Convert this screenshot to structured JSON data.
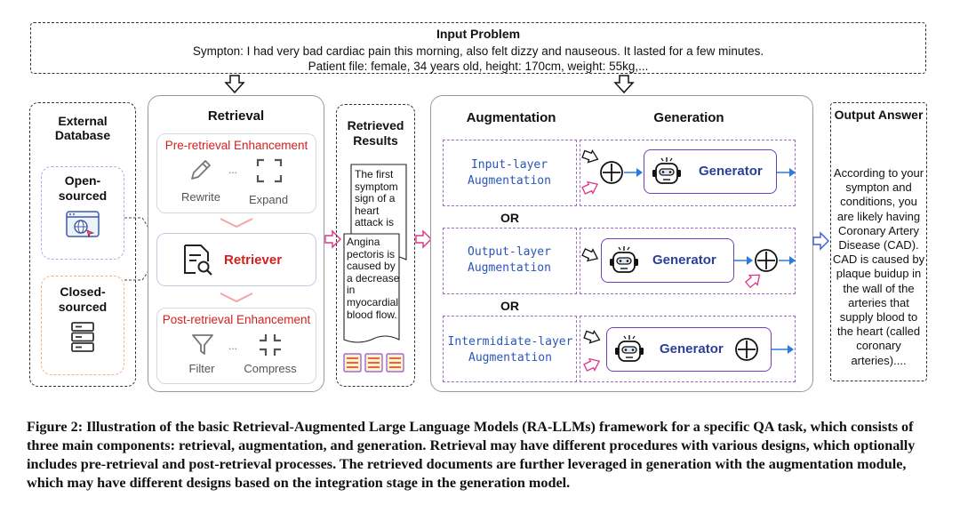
{
  "input": {
    "title": "Input Problem",
    "symptom": "Sympton: I had very bad cardiac pain this morning, also felt dizzy and nauseous. It lasted for a few minutes.",
    "patient": "Patient file: female, 34 years old, height: 170cm, weight: 55kg,..."
  },
  "external_db": {
    "title": "External Database",
    "open": "Open-sourced",
    "closed": "Closed-sourced"
  },
  "retrieval": {
    "title": "Retrieval",
    "pre_title": "Pre-retrieval Enhancement",
    "rewrite": "Rewrite",
    "expand": "Expand",
    "dots": "...",
    "retriever": "Retriever",
    "post_title": "Post-retrieval Enhancement",
    "filter": "Filter",
    "compress": "Compress"
  },
  "retrieved": {
    "title": "Retrieved Results",
    "doc1": "The first symptom sign of a heart attack is",
    "doc2": "Angina pectoris is caused by a decrease in myocardial blood flow."
  },
  "augmentation": {
    "aug_title": "Augmentation",
    "gen_title": "Generation",
    "input_layer": "Input-layer Augmentation",
    "output_layer": "Output-layer Augmentation",
    "intermediate_layer": "Intermidiate-layer Augmentation",
    "or": "OR",
    "generator": "Generator"
  },
  "output": {
    "title": "Output Answer",
    "text": "According to your sympton and conditions, you are likely having Coronary Artery Disease (CAD). CAD is caused by plaque buidup in the wall of the arteries that supply blood to the heart (called coronary arteries)...."
  },
  "caption": {
    "text": "Figure 2: Illustration of the basic Retrieval-Augmented Large Language Models (RA-LLMs) framework for a specific QA task, which consists of three main components: retrieval, augmentation, and generation. Retrieval may have different procedures with various designs, which optionally includes pre-retrieval and post-retrieval processes. The retrieved documents are further leveraged in generation with the augmentation module, which may have different designs based on the integration stage in the generation model."
  }
}
